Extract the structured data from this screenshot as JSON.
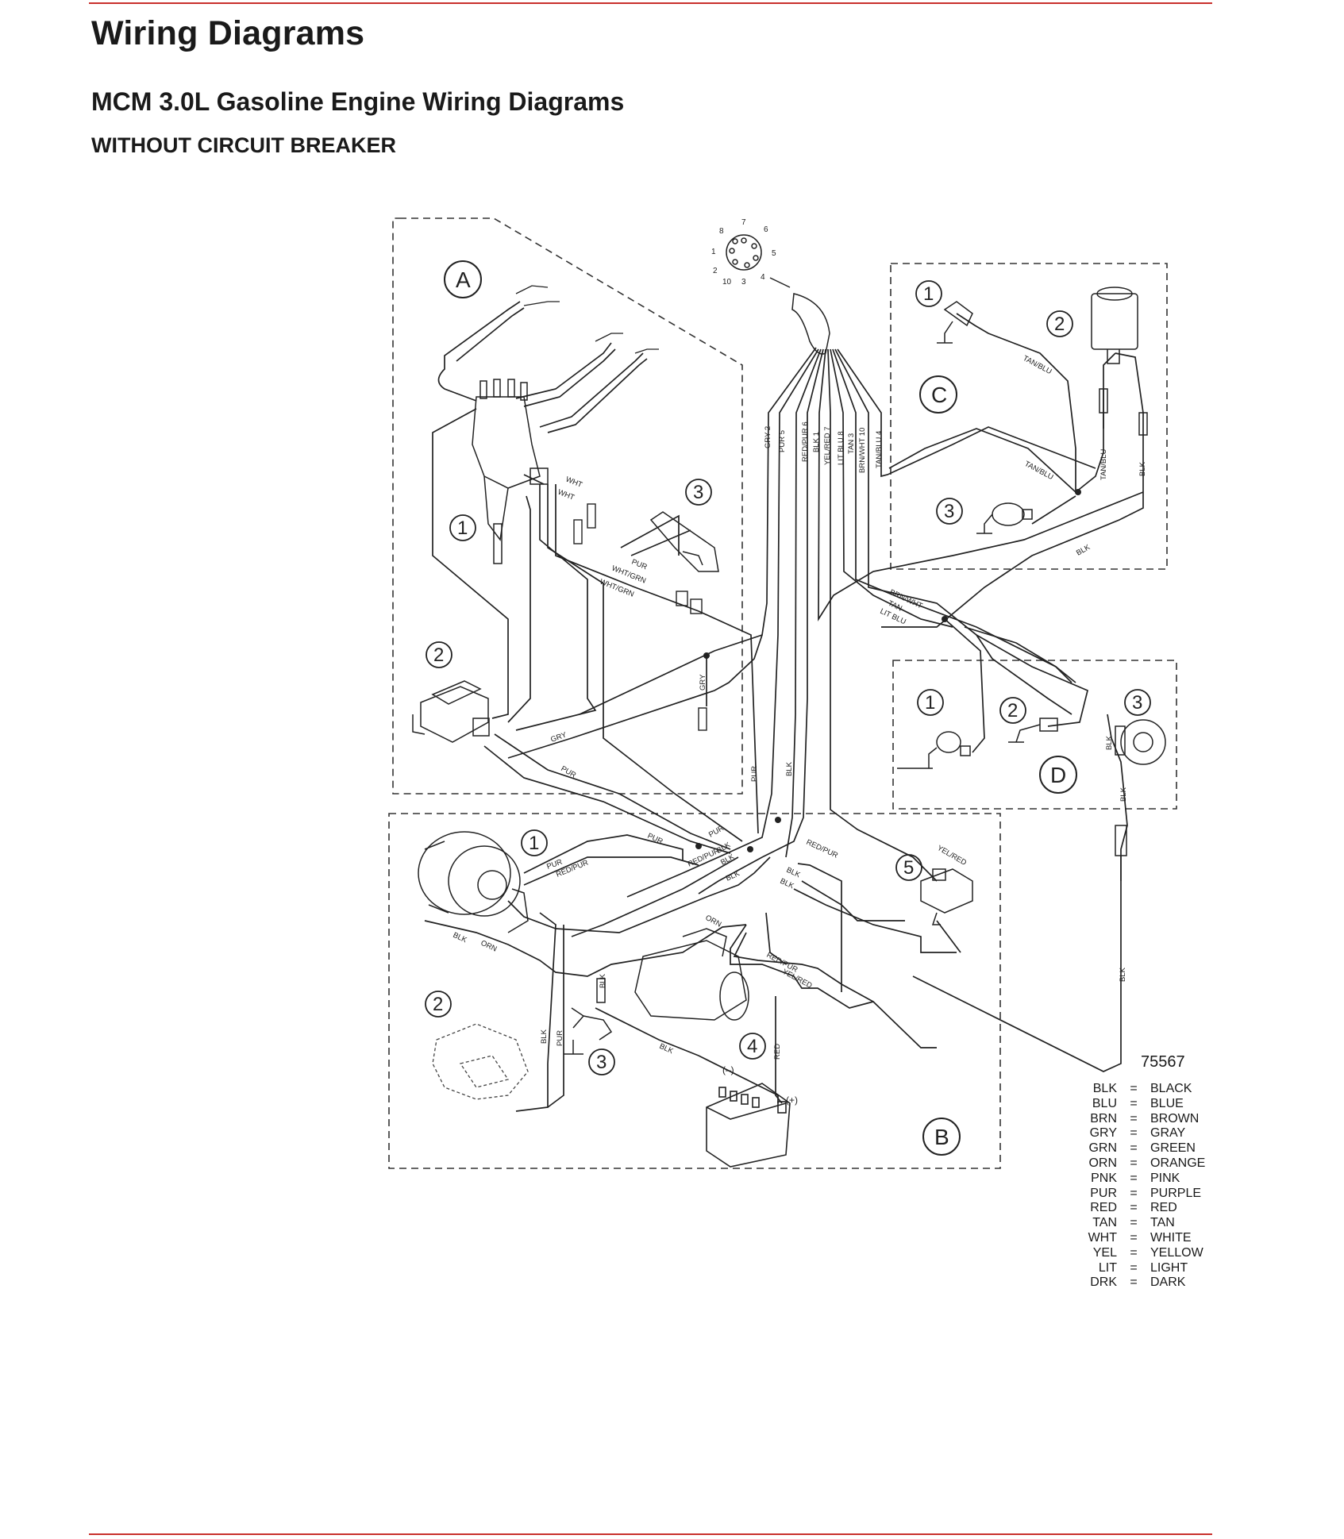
{
  "header": {
    "title": "Wiring Diagrams",
    "subtitle": "MCM 3.0L Gasoline Engine Wiring Diagrams",
    "subsubtitle": "WITHOUT CIRCUIT BREAKER"
  },
  "diagram": {
    "figure_number": "75567",
    "section_letters": [
      "A",
      "B",
      "C",
      "D"
    ],
    "connector_pins": [
      "1",
      "2",
      "3",
      "4",
      "5",
      "6",
      "7",
      "8",
      "10"
    ],
    "harness_labels": [
      "GRY 2",
      "PUR 5",
      "RED/PUR 6",
      "BLK 1",
      "YEL/RED 7",
      "LIT BLU 8",
      "BRN/WHT 10",
      "TAN 3",
      "TAN/BLU 4"
    ],
    "wire_labels": {
      "wht": "WHT",
      "pur": "PUR",
      "wht_grn": "WHT/GRN",
      "gry": "GRY",
      "tan_blu": "TAN/BLU",
      "blk": "BLK",
      "brn_wht": "BRN/WHT",
      "tan": "TAN",
      "lit_blu": "LIT BLU",
      "red_pur": "RED/PUR",
      "yel_red": "YEL/RED",
      "orn": "ORN",
      "red": "RED"
    },
    "battery_neg": "(–)",
    "battery_pos": "(+)",
    "components": {
      "a1": "1",
      "a2": "2",
      "a3": "3",
      "c1": "1",
      "c2": "2",
      "c3": "3",
      "d1": "1",
      "d2": "2",
      "d3": "3",
      "b1": "1",
      "b2": "2",
      "b3": "3",
      "b4": "4",
      "b5": "5"
    }
  },
  "legend": [
    {
      "abbr": "BLK",
      "eq": "=",
      "full": "BLACK"
    },
    {
      "abbr": "BLU",
      "eq": "=",
      "full": "BLUE"
    },
    {
      "abbr": "BRN",
      "eq": "=",
      "full": "BROWN"
    },
    {
      "abbr": "GRY",
      "eq": "=",
      "full": "GRAY"
    },
    {
      "abbr": "GRN",
      "eq": "=",
      "full": "GREEN"
    },
    {
      "abbr": "ORN",
      "eq": "=",
      "full": "ORANGE"
    },
    {
      "abbr": "PNK",
      "eq": "=",
      "full": "PINK"
    },
    {
      "abbr": "PUR",
      "eq": "=",
      "full": "PURPLE"
    },
    {
      "abbr": "RED",
      "eq": "=",
      "full": "RED"
    },
    {
      "abbr": "TAN",
      "eq": "=",
      "full": "TAN"
    },
    {
      "abbr": "WHT",
      "eq": "=",
      "full": "WHITE"
    },
    {
      "abbr": "YEL",
      "eq": "=",
      "full": "YELLOW"
    },
    {
      "abbr": "LIT",
      "eq": "=",
      "full": "LIGHT"
    },
    {
      "abbr": "DRK",
      "eq": "=",
      "full": "DARK"
    }
  ],
  "colors": {
    "rule": "#c9302c",
    "ink": "#1a1a1a"
  }
}
